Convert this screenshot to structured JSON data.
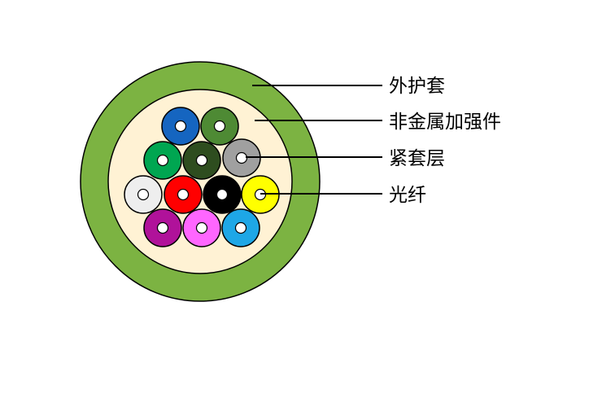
{
  "colors": {
    "outer_jacket": "#7cb342",
    "strength_member": "#fff2d4",
    "outline": "#000000",
    "fiber_core": "#ffffff",
    "leader_line": "#000000"
  },
  "labels": {
    "outer_jacket": "外护套",
    "strength_member": "非金属加强件",
    "tight_buffer": "紧套层",
    "optical_fiber": "光纤"
  },
  "fibers": [
    {
      "color": "#1565c0",
      "name": "blue"
    },
    {
      "color": "#4e8a34",
      "name": "green"
    },
    {
      "color": "#00a651",
      "name": "bright-green"
    },
    {
      "color": "#2e4d1f",
      "name": "dark-green"
    },
    {
      "color": "#a0a0a0",
      "name": "gray"
    },
    {
      "color": "#eeeeee",
      "name": "white"
    },
    {
      "color": "#ff0000",
      "name": "red"
    },
    {
      "color": "#000000",
      "name": "black"
    },
    {
      "color": "#ffff00",
      "name": "yellow"
    },
    {
      "color": "#b0129a",
      "name": "purple"
    },
    {
      "color": "#ff66ff",
      "name": "pink"
    },
    {
      "color": "#1ea7e6",
      "name": "light-blue"
    }
  ]
}
